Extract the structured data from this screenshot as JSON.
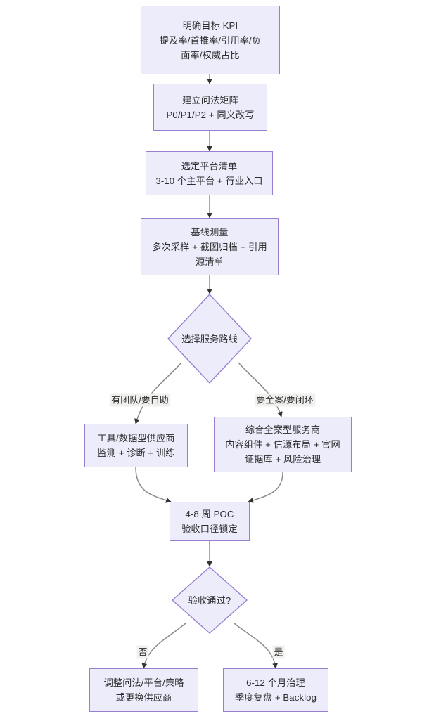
{
  "diagram": {
    "type": "flowchart",
    "direction": "top-to-bottom",
    "colors": {
      "node_fill": "#ececfb",
      "node_border": "#9a7fd1",
      "edge_stroke": "#8a8a8a",
      "arrowhead": "#333333",
      "text": "#2d2d2d",
      "label_background": "#f0f0ef",
      "page_background": "#ffffff"
    },
    "nodes": [
      {
        "id": "n1",
        "shape": "rect",
        "lines": [
          "明确目标 KPI",
          "提及率/首推率/引用率/负",
          "面率/权威占比"
        ],
        "text": "明确目标 KPI\n提及率/首推率/引用率/负\n面率/权威占比"
      },
      {
        "id": "n2",
        "shape": "rect",
        "lines": [
          "建立问法矩阵",
          "P0/P1/P2 + 同义改写"
        ],
        "text": "建立问法矩阵\nP0/P1/P2 + 同义改写"
      },
      {
        "id": "n3",
        "shape": "rect",
        "lines": [
          "选定平台清单",
          "3-10 个主平台 + 行业入口"
        ],
        "text": "选定平台清单\n3-10 个主平台 + 行业入口"
      },
      {
        "id": "n4",
        "shape": "rect",
        "lines": [
          "基线测量",
          "多次采样 + 截图归档 + 引用",
          "源清单"
        ],
        "text": "基线测量\n多次采样 + 截图归档 + 引用\n源清单"
      },
      {
        "id": "d1",
        "shape": "diamond",
        "lines": [
          "选择服务路线"
        ],
        "text": "选择服务路线"
      },
      {
        "id": "n5",
        "shape": "rect",
        "lines": [
          "工具/数据型供应商",
          "监测 + 诊断 + 训练"
        ],
        "text": "工具/数据型供应商\n监测 + 诊断 + 训练"
      },
      {
        "id": "n6",
        "shape": "rect",
        "lines": [
          "综合全案型服务商",
          "内容组件 + 信源布局 + 官网",
          "证据库 + 风险治理"
        ],
        "text": "综合全案型服务商\n内容组件 + 信源布局 + 官网\n证据库 + 风险治理"
      },
      {
        "id": "n7",
        "shape": "rect",
        "lines": [
          "4-8 周 POC",
          "验收口径锁定"
        ],
        "text": "4-8 周 POC\n验收口径锁定"
      },
      {
        "id": "d2",
        "shape": "diamond",
        "lines": [
          "验收通过?"
        ],
        "text": "验收通过?"
      },
      {
        "id": "n8",
        "shape": "rect",
        "lines": [
          "调整问法/平台/策略",
          "或更换供应商"
        ],
        "text": "调整问法/平台/策略\n或更换供应商"
      },
      {
        "id": "n9",
        "shape": "rect",
        "lines": [
          "6-12 个月治理",
          "季度复盘 + Backlog"
        ],
        "text": "6-12 个月治理\n季度复盘 + Backlog"
      }
    ],
    "edges": [
      {
        "from": "n1",
        "to": "n2",
        "label": ""
      },
      {
        "from": "n2",
        "to": "n3",
        "label": ""
      },
      {
        "from": "n3",
        "to": "n4",
        "label": ""
      },
      {
        "from": "n4",
        "to": "d1",
        "label": ""
      },
      {
        "from": "d1",
        "to": "n5",
        "label": "有团队/要自助"
      },
      {
        "from": "d1",
        "to": "n6",
        "label": "要全案/要闭环"
      },
      {
        "from": "n5",
        "to": "n7",
        "label": ""
      },
      {
        "from": "n6",
        "to": "n7",
        "label": ""
      },
      {
        "from": "n7",
        "to": "d2",
        "label": ""
      },
      {
        "from": "d2",
        "to": "n8",
        "label": "否"
      },
      {
        "from": "d2",
        "to": "n9",
        "label": "是"
      }
    ],
    "edge_labels": {
      "branch_left": "有团队/要自助",
      "branch_right": "要全案/要闭环",
      "decision_no": "否",
      "decision_yes": "是"
    }
  }
}
